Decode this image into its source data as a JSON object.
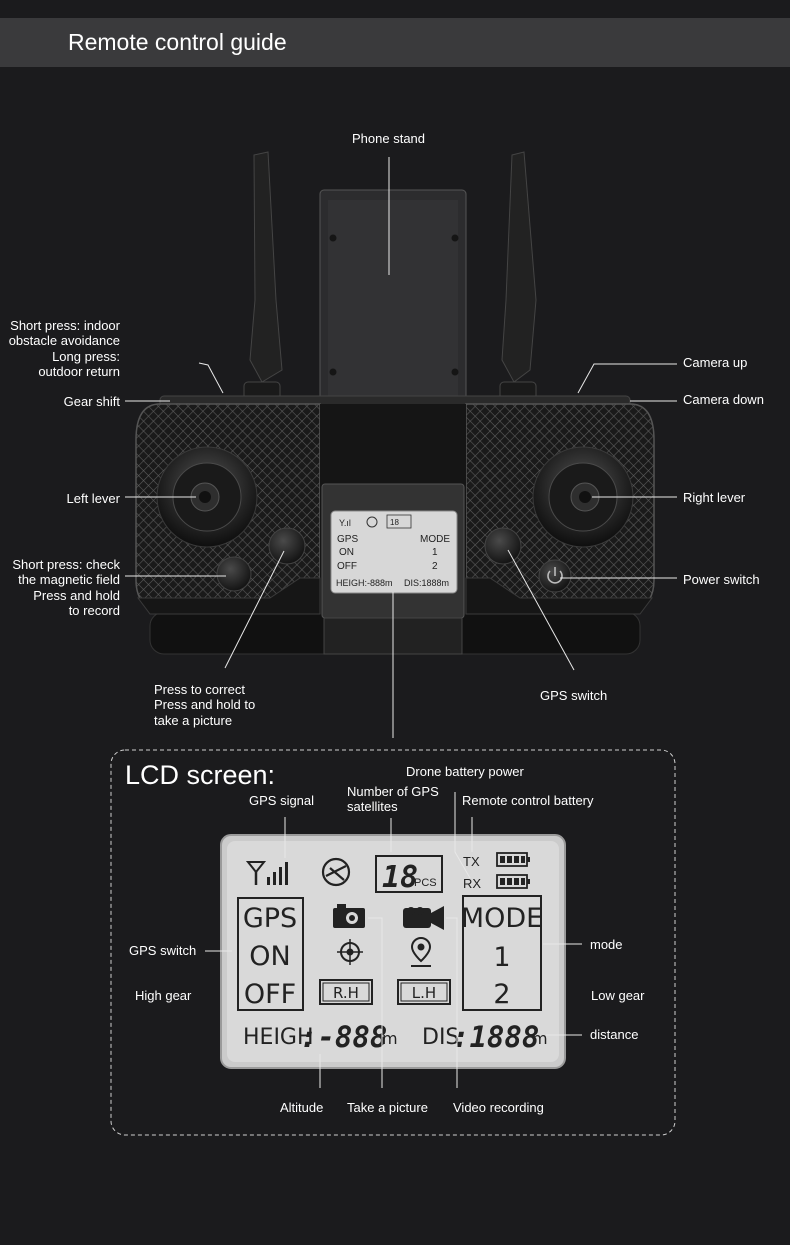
{
  "header": {
    "title": "Remote control guide"
  },
  "remote": {
    "phone_stand": "Phone stand",
    "short_press_indoor": "Short press: indoor",
    "obstacle_avoidance": "obstacle avoidance",
    "long_press": "Long press:",
    "outdoor_return": "outdoor return",
    "gear_shift": "Gear shift",
    "left_lever": "Left lever",
    "short_press_check": "Short press: check",
    "magnetic_field": "the magnetic field",
    "press_hold": "Press and hold",
    "to_record": "to record",
    "press_correct": "Press to correct",
    "press_hold_to": "Press and hold to",
    "take_picture": "take a picture",
    "camera_up": "Camera up",
    "camera_down": "Camera down",
    "right_lever": "Right lever",
    "power_switch": "Power switch",
    "gps_switch": "GPS switch"
  },
  "lcd": {
    "title": "LCD screen:",
    "drone_battery": "Drone battery power",
    "gps_signal": "GPS signal",
    "num_sat_1": "Number of GPS",
    "num_sat_2": "satellites",
    "rc_battery": "Remote control battery",
    "gps_switch": "GPS switch",
    "high_gear": "High gear",
    "mode": "mode",
    "low_gear": "Low gear",
    "distance": "distance",
    "altitude": "Altitude",
    "take_picture": "Take a picture",
    "video_recording": "Video recording",
    "screen": {
      "sat_count": "18",
      "pcs": "PCS",
      "tx": "TX",
      "rx": "RX",
      "gps": "GPS",
      "on": "ON",
      "off": "OFF",
      "mode": "MODE",
      "mode1": "1",
      "mode2": "2",
      "rh": "R.H",
      "lh": "L.H",
      "heigh": "HEIGH",
      "heigh_value": ":-888",
      "unit_m": "m",
      "dis": "DIS",
      "dis_value": ":1888"
    }
  }
}
